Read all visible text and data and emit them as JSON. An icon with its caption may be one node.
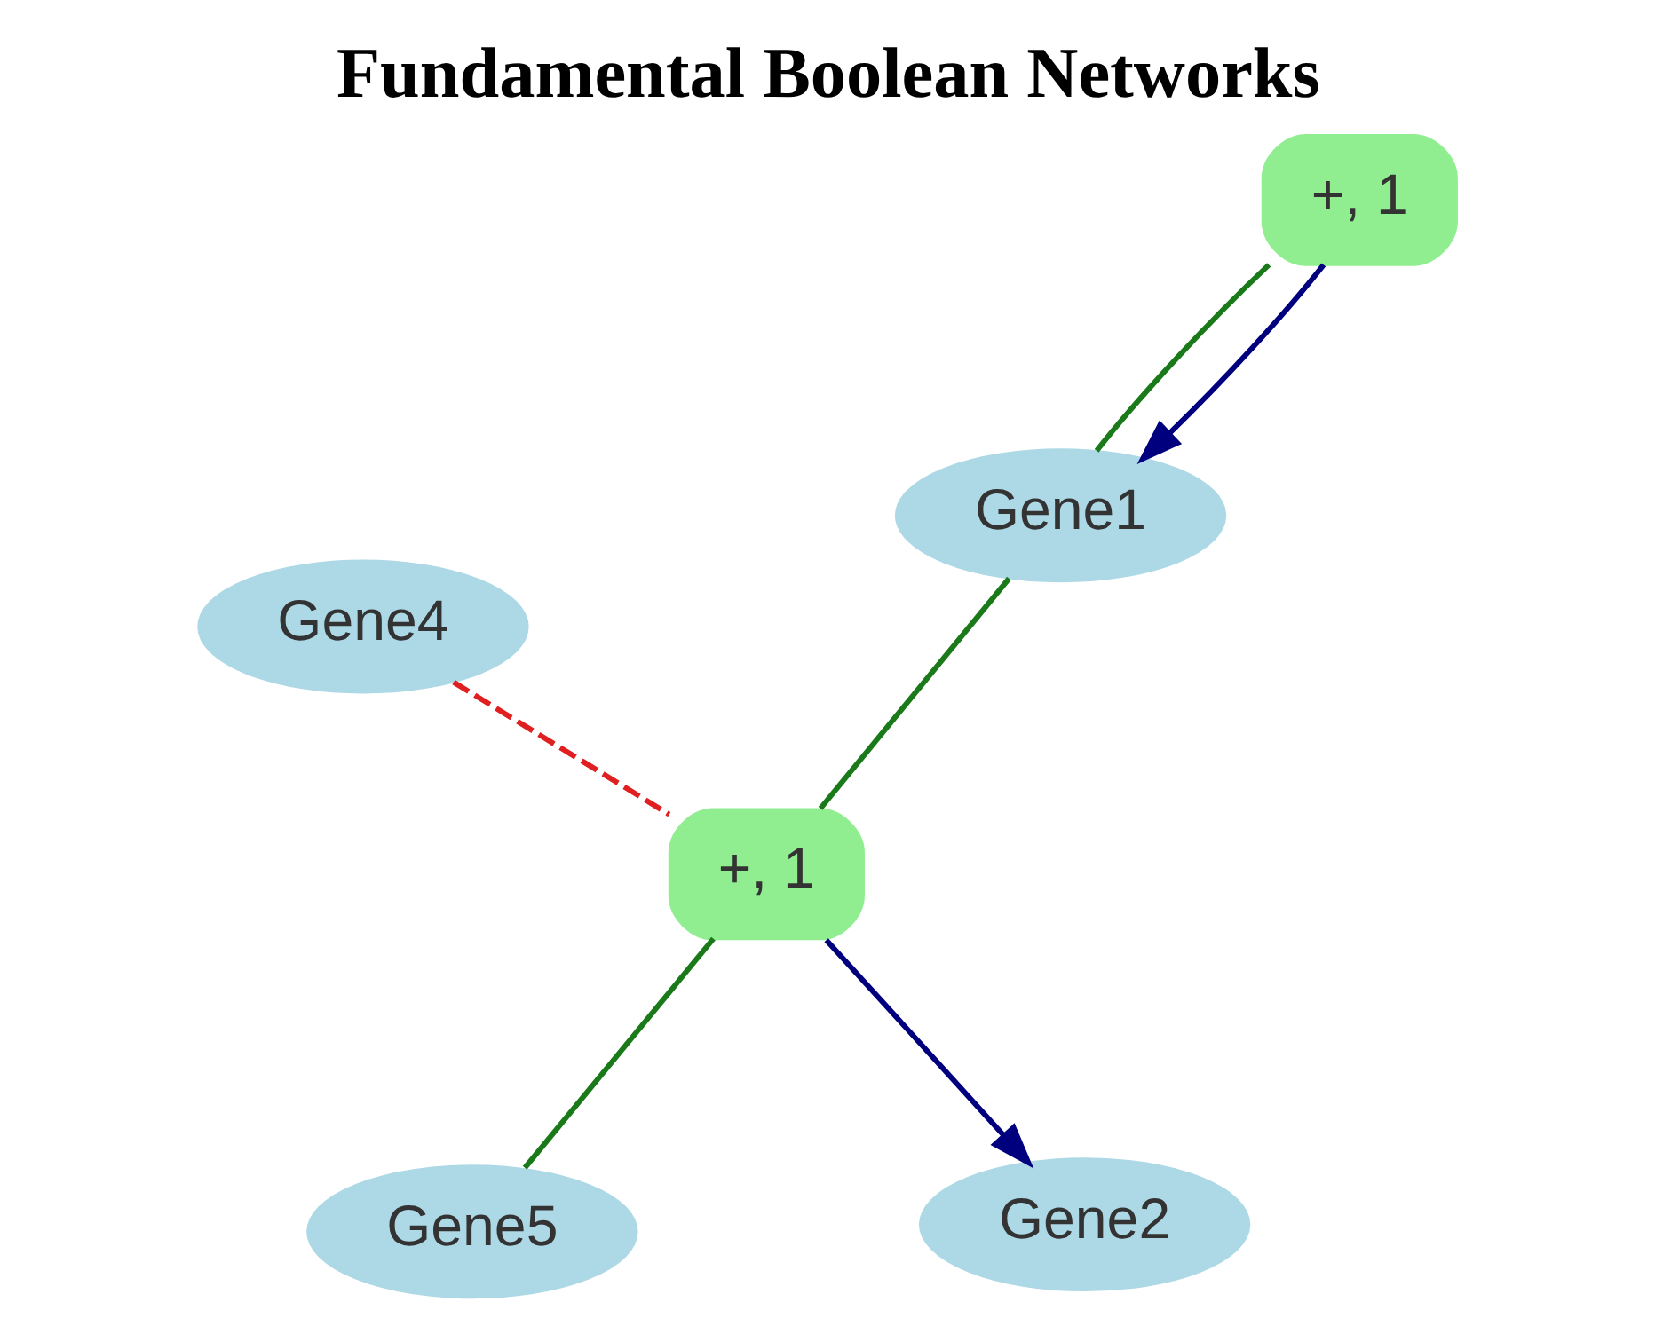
{
  "diagram": {
    "title": "Fundamental Boolean Networks",
    "nodes": [
      {
        "text": [
          "Gene5"
        ]
      },
      {
        "text": [
          "Gene2"
        ]
      },
      {
        "text": [
          "+, 1"
        ]
      },
      {
        "text": [
          "Gene1"
        ]
      },
      {
        "text": [
          "+, 1"
        ]
      },
      {
        "text": [
          "Gene4"
        ]
      }
    ],
    "edges": [
      {
        "from": 0,
        "to": 2,
        "arrow": "none",
        "color": "#1a7a1a"
      },
      {
        "from": 2,
        "to": 1,
        "arrow": "to",
        "color": "#00007f"
      },
      {
        "from": 2,
        "to": 3,
        "arrow": "none",
        "color": "#1a7a1a"
      },
      {
        "from": 5,
        "to": 2,
        "arrow": "none",
        "style": "dashed",
        "color": "#e02020"
      },
      {
        "from": 3,
        "to": 4,
        "arrow": "none",
        "color": "#1a7a1a"
      },
      {
        "from": 4,
        "to": 3,
        "arrow": "to",
        "color": "#00007f"
      }
    ]
  }
}
